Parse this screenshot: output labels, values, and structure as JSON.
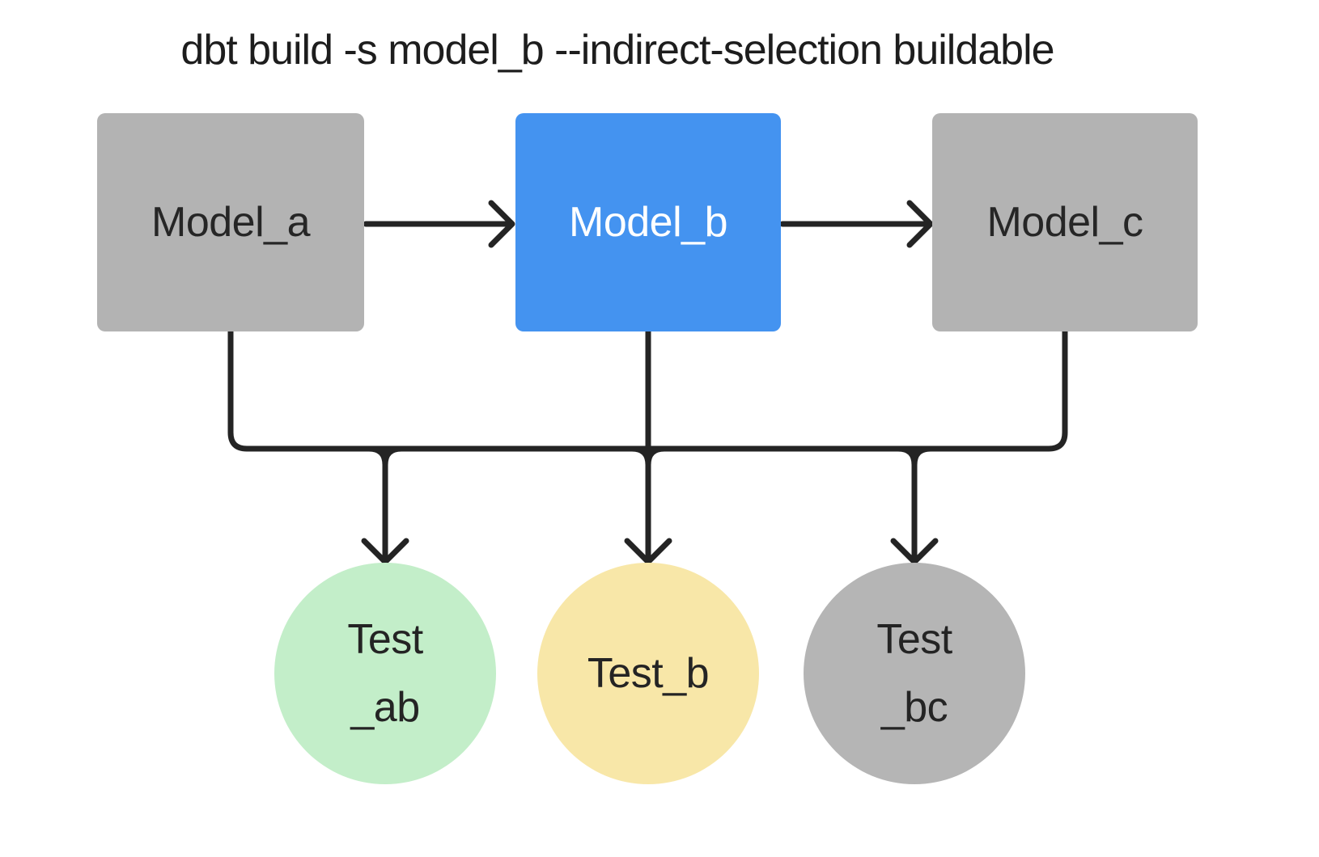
{
  "title": "dbt build -s model_b --indirect-selection buildable",
  "diagram": {
    "type": "dag",
    "line_color": "#242424",
    "models": [
      {
        "id": "model_a",
        "label": "Model_a",
        "fill": "#b3b3b3",
        "text_color": "#262626",
        "selected": false
      },
      {
        "id": "model_b",
        "label": "Model_b",
        "fill": "#4493f0",
        "text_color": "#ffffff",
        "selected": true
      },
      {
        "id": "model_c",
        "label": "Model_c",
        "fill": "#b3b3b3",
        "text_color": "#262626",
        "selected": false
      }
    ],
    "tests": [
      {
        "id": "test_ab",
        "label_lines": [
          "Test",
          "_ab"
        ],
        "fill": "#c3eec9"
      },
      {
        "id": "test_b",
        "label_lines": [
          "Test_b"
        ],
        "fill": "#f8e7a8"
      },
      {
        "id": "test_bc",
        "label_lines": [
          "Test",
          "_bc"
        ],
        "fill": "#b5b5b5"
      }
    ],
    "edges": [
      {
        "from": "model_a",
        "to": "model_b"
      },
      {
        "from": "model_b",
        "to": "model_c"
      },
      {
        "from": "model_a",
        "to": "test_ab"
      },
      {
        "from": "model_b",
        "to": "test_ab"
      },
      {
        "from": "model_b",
        "to": "test_b"
      },
      {
        "from": "model_b",
        "to": "test_bc"
      },
      {
        "from": "model_c",
        "to": "test_bc"
      }
    ]
  }
}
